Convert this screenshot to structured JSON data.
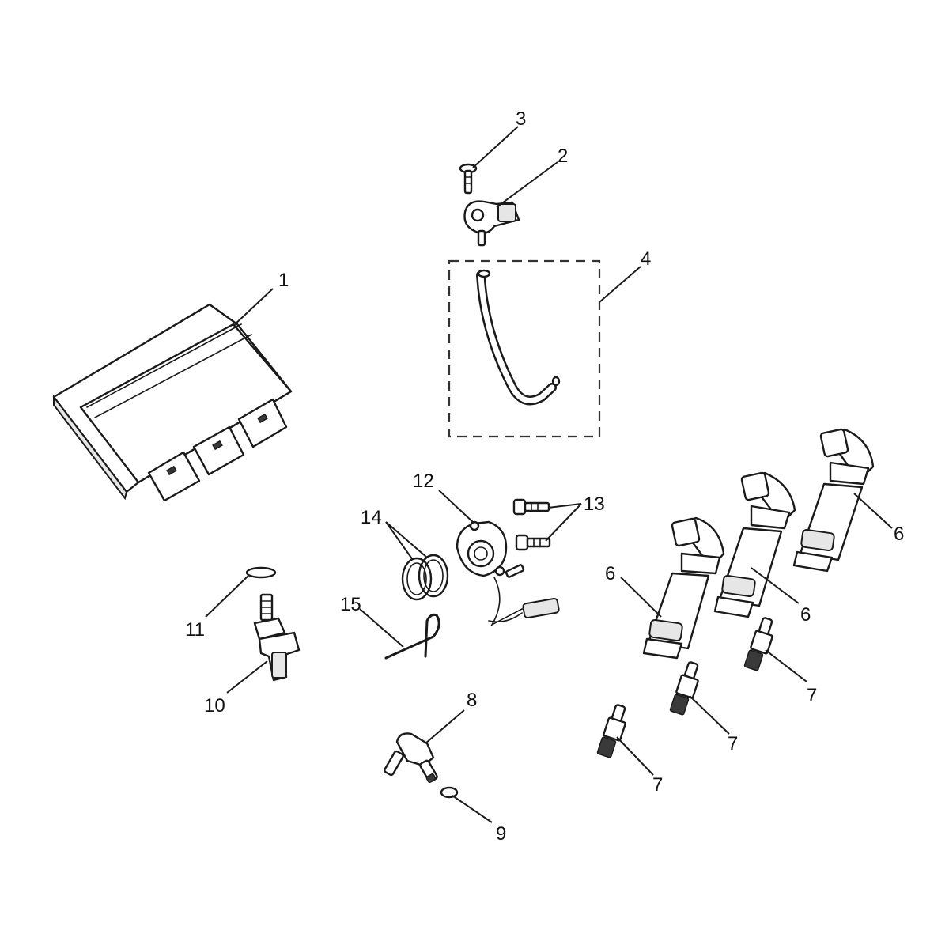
{
  "callouts": {
    "c1": "1",
    "c2": "2",
    "c3": "3",
    "c4": "4",
    "c6a": "6",
    "c6b": "6",
    "c6c": "6",
    "c7a": "7",
    "c7b": "7",
    "c7c": "7",
    "c8": "8",
    "c9": "9",
    "c10": "10",
    "c11": "11",
    "c12": "12",
    "c13": "13",
    "c14": "14",
    "c15": "15"
  }
}
